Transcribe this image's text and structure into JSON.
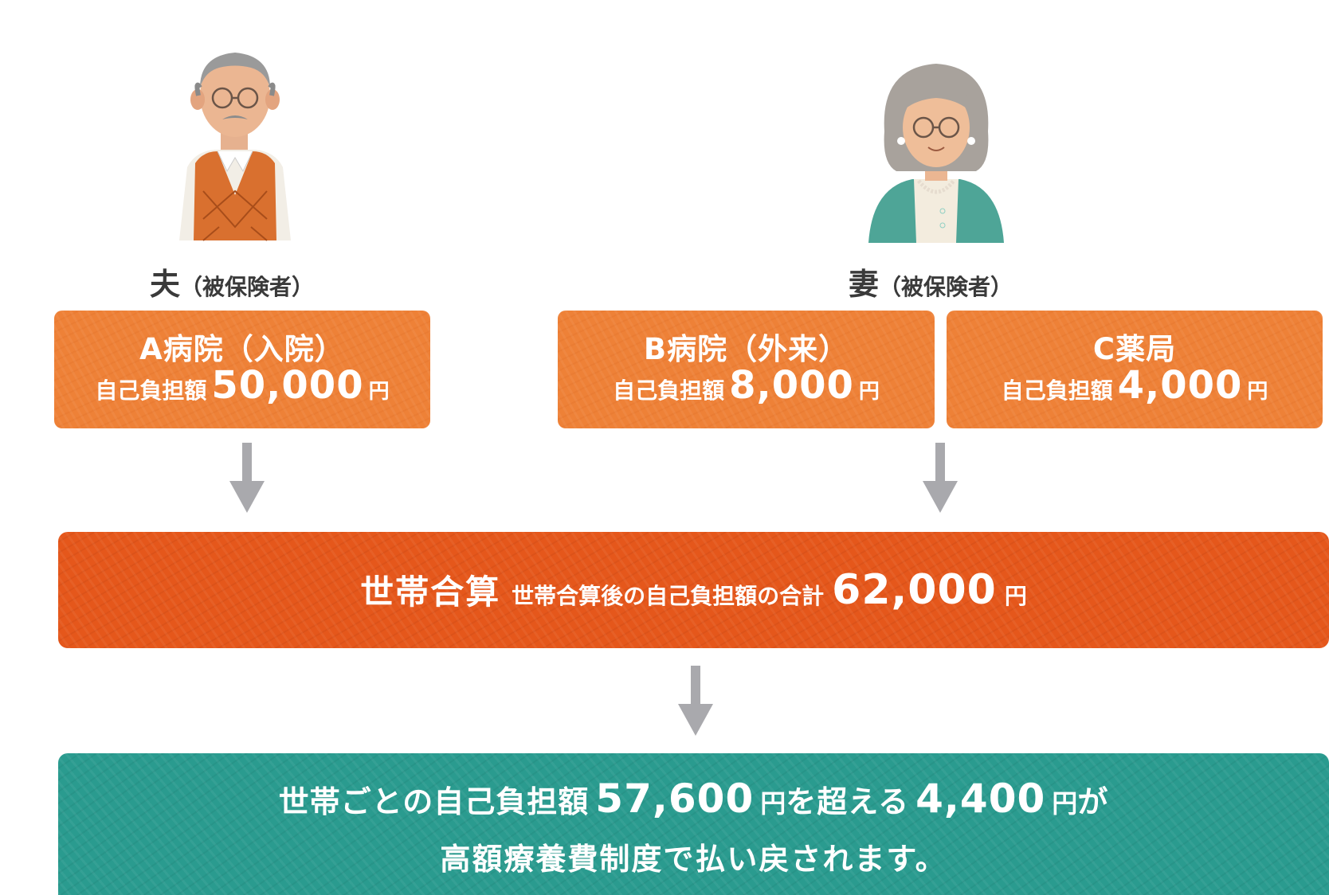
{
  "people": [
    {
      "name": "夫",
      "role": "（被保険者）"
    },
    {
      "name": "妻",
      "role": "（被保険者）"
    }
  ],
  "boxes": [
    {
      "title": "A病院（入院）",
      "label": "自己負担額",
      "amount": "50,000",
      "unit": "円"
    },
    {
      "title": "B病院（外来）",
      "label": "自己負担額",
      "amount": "8,000",
      "unit": "円"
    },
    {
      "title": "C薬局",
      "label": "自己負担額",
      "amount": "4,000",
      "unit": "円"
    }
  ],
  "combined": {
    "heading": "世帯合算",
    "label": "世帯合算後の自己負担額の合計",
    "amount": "62,000",
    "unit": "円"
  },
  "result": {
    "prefix": "世帯ごとの自己負担額",
    "limit_amount": "57,600",
    "unit": "円",
    "middle": "を超える",
    "refund_amount": "4,400",
    "suffix": "が",
    "line2": "高額療養費制度で払い戻されます。"
  },
  "colors": {
    "orange_box": "#ee8137",
    "combined_box": "#e5571b",
    "result_box": "#2a9b8f",
    "arrow": "#a9a9ad"
  },
  "icons": [
    "husband-illustration",
    "wife-illustration",
    "down-arrow-icon"
  ]
}
